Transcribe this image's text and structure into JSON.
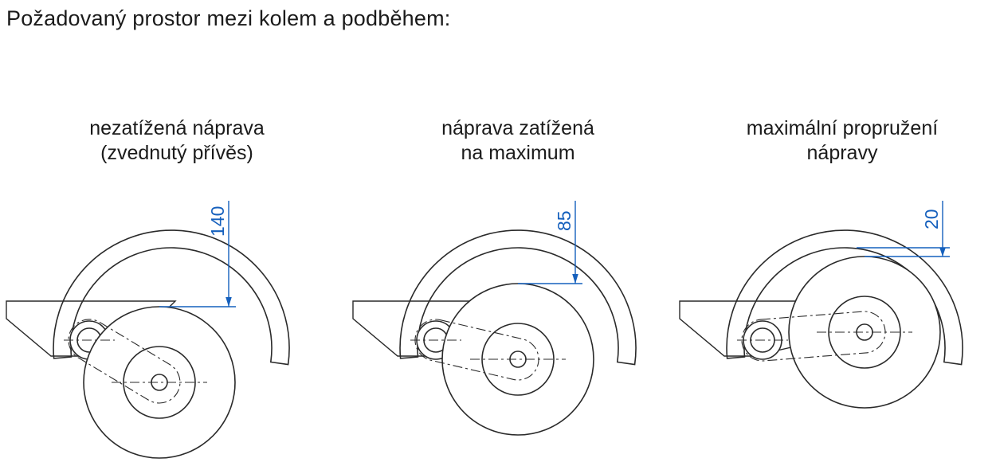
{
  "title": "Požadovaný prostor mezi kolem a podběhem:",
  "diagrams": [
    {
      "caption_line1": "nezatížená náprava",
      "caption_line2": "(zvednutý přívěs)",
      "dimension": "140"
    },
    {
      "caption_line1": "náprava zatížená",
      "caption_line2": "na maximum",
      "dimension": "85"
    },
    {
      "caption_line1": "maximální propružení",
      "caption_line2": "nápravy",
      "dimension": "20"
    }
  ],
  "colors": {
    "dimension_blue": "#1560bd",
    "line_black": "#2a2a2a"
  }
}
